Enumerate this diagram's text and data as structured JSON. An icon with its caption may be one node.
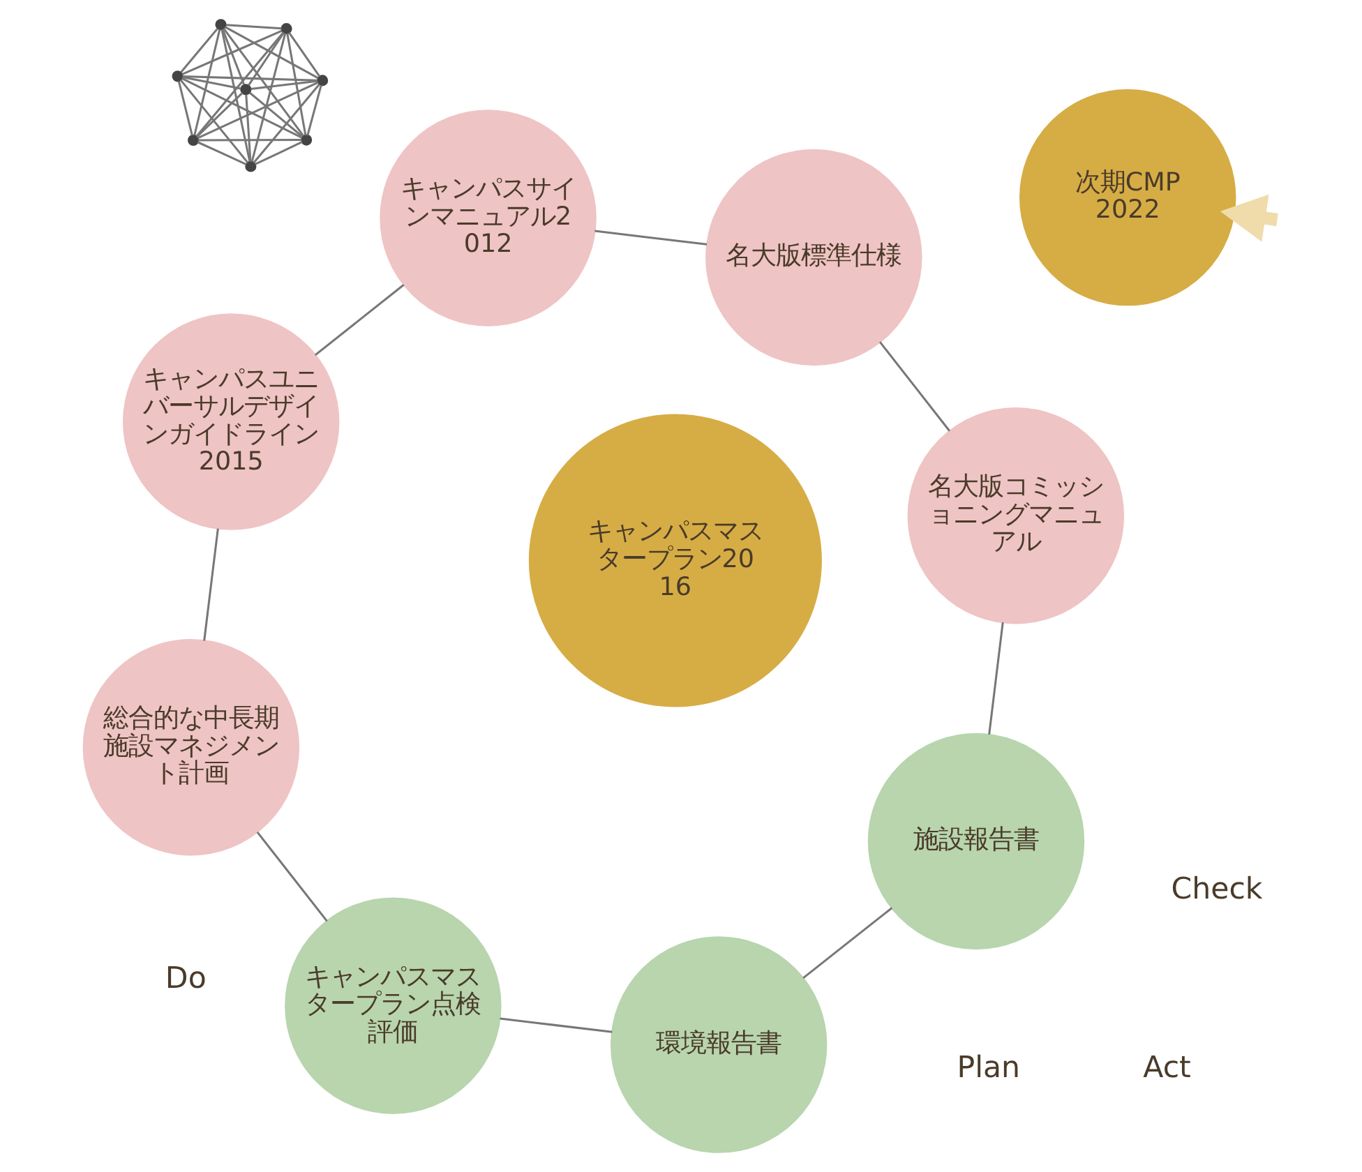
{
  "diagram": {
    "nodes": [
      {
        "text": [
          "次期CMP 2022"
        ]
      },
      {
        "text": [
          "総合的な中長期施設マネジメント計画"
        ]
      },
      {
        "text": [
          "キャンパスユニバーサルデザインガイドライン2015"
        ]
      },
      {
        "text": [
          "キャンパスマスタープラン点検評価"
        ]
      },
      {
        "text": [
          "キャンパスサインマニュアル2012"
        ]
      },
      {
        "text": [
          "キャンパスマスタープラン2016"
        ]
      },
      {
        "text": [
          "環境報告書"
        ]
      },
      {
        "text": [
          "名大版標準仕様"
        ]
      },
      {
        "text": [
          "施設報告書"
        ]
      },
      {
        "text": [
          "名大版コミッショニングマニュアル"
        ]
      },
      {
        "text": [],
        "shape": "circle"
      },
      {
        "text": [],
        "shape": "circle"
      },
      {
        "text": [],
        "shape": "circle"
      },
      {
        "text": [],
        "shape": "circle"
      },
      {
        "text": [],
        "shape": "circle"
      },
      {
        "text": [],
        "shape": "circle"
      },
      {
        "text": [],
        "shape": "circle"
      },
      {
        "text": [],
        "shape": "circle"
      }
    ],
    "edges": [
      {
        "from": null,
        "to": 0,
        "arrow": "to",
        "style": "thick",
        "color": "#efdcaa"
      },
      {
        "from": 1,
        "to": 2,
        "arrow": "none"
      },
      {
        "from": 2,
        "to": 4,
        "arrow": "none"
      },
      {
        "from": 4,
        "to": 7,
        "arrow": "none"
      },
      {
        "from": 7,
        "to": 9,
        "arrow": "none"
      },
      {
        "from": 9,
        "to": 8,
        "arrow": "none"
      },
      {
        "from": 8,
        "to": 6,
        "arrow": "none"
      },
      {
        "from": 6,
        "to": 3,
        "arrow": "none"
      },
      {
        "from": 3,
        "to": 1,
        "arrow": "none"
      },
      {
        "from": 10,
        "to": 11,
        "arrow": "none"
      },
      {
        "from": 10,
        "to": 12,
        "arrow": "none"
      },
      {
        "from": 10,
        "to": 13,
        "arrow": "none"
      },
      {
        "from": 10,
        "to": 14,
        "arrow": "none"
      },
      {
        "from": 10,
        "to": 15,
        "arrow": "none"
      },
      {
        "from": 10,
        "to": 16,
        "arrow": "none"
      },
      {
        "from": 10,
        "to": 17,
        "arrow": "none"
      },
      {
        "from": 11,
        "to": 12,
        "arrow": "none"
      },
      {
        "from": 11,
        "to": 13,
        "arrow": "none"
      },
      {
        "from": 11,
        "to": 14,
        "arrow": "none"
      },
      {
        "from": 11,
        "to": 15,
        "arrow": "none"
      },
      {
        "from": 11,
        "to": 16,
        "arrow": "none"
      },
      {
        "from": 11,
        "to": 17,
        "arrow": "none"
      },
      {
        "from": 12,
        "to": 13,
        "arrow": "none"
      },
      {
        "from": 12,
        "to": 14,
        "arrow": "none"
      },
      {
        "from": 12,
        "to": 15,
        "arrow": "none"
      },
      {
        "from": 12,
        "to": 16,
        "arrow": "none"
      },
      {
        "from": 12,
        "to": 17,
        "arrow": "none"
      },
      {
        "from": 13,
        "to": 14,
        "arrow": "none"
      },
      {
        "from": 13,
        "to": 15,
        "arrow": "none"
      },
      {
        "from": 13,
        "to": 16,
        "arrow": "none"
      },
      {
        "from": 13,
        "to": 17,
        "arrow": "none"
      },
      {
        "from": 14,
        "to": 15,
        "arrow": "none"
      },
      {
        "from": 14,
        "to": 16,
        "arrow": "none"
      },
      {
        "from": 14,
        "to": 17,
        "arrow": "none"
      },
      {
        "from": 15,
        "to": 16,
        "arrow": "none"
      },
      {
        "from": 15,
        "to": 17,
        "arrow": "none"
      },
      {
        "from": 16,
        "to": 17,
        "arrow": "none"
      }
    ],
    "labels": [
      "Plan",
      "Act",
      "Check",
      "Do"
    ]
  }
}
